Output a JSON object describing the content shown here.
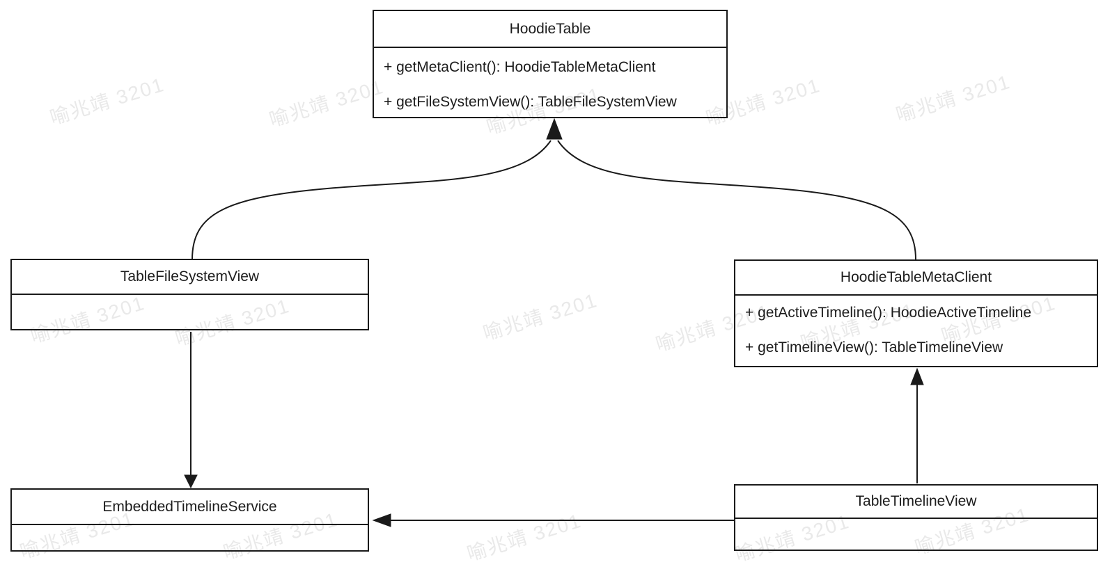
{
  "watermark": {
    "text": "喻兆靖 3201"
  },
  "diagram": {
    "type": "uml-class-diagram",
    "classes": [
      {
        "name": "HoodieTable",
        "methods": [
          "+ getMetaClient(): HoodieTableMetaClient",
          "+ getFileSystemView(): TableFileSystemView"
        ]
      },
      {
        "name": "TableFileSystemView",
        "methods": []
      },
      {
        "name": "HoodieTableMetaClient",
        "methods": [
          "+ getActiveTimeline(): HoodieActiveTimeline",
          "+ getTimelineView(): TableTimelineView"
        ]
      },
      {
        "name": "EmbeddedTimelineService",
        "methods": []
      },
      {
        "name": "TableTimelineView",
        "methods": []
      }
    ],
    "relations": [
      {
        "from": "TableFileSystemView",
        "to": "HoodieTable",
        "style": "curved, filled arrowhead"
      },
      {
        "from": "HoodieTableMetaClient",
        "to": "HoodieTable",
        "style": "curved, filled arrowhead"
      },
      {
        "from": "TableFileSystemView",
        "to": "EmbeddedTimelineService",
        "style": "straight, filled arrowhead"
      },
      {
        "from": "TableTimelineView",
        "to": "HoodieTableMetaClient",
        "style": "straight, filled arrowhead"
      },
      {
        "from": "TableTimelineView",
        "to": "EmbeddedTimelineService",
        "style": "straight, filled arrowhead"
      }
    ],
    "colors": {
      "line": "#1a1a1a",
      "text": "#1c1c1c",
      "watermark": "#e9e9e9",
      "background": "#ffffff"
    }
  }
}
